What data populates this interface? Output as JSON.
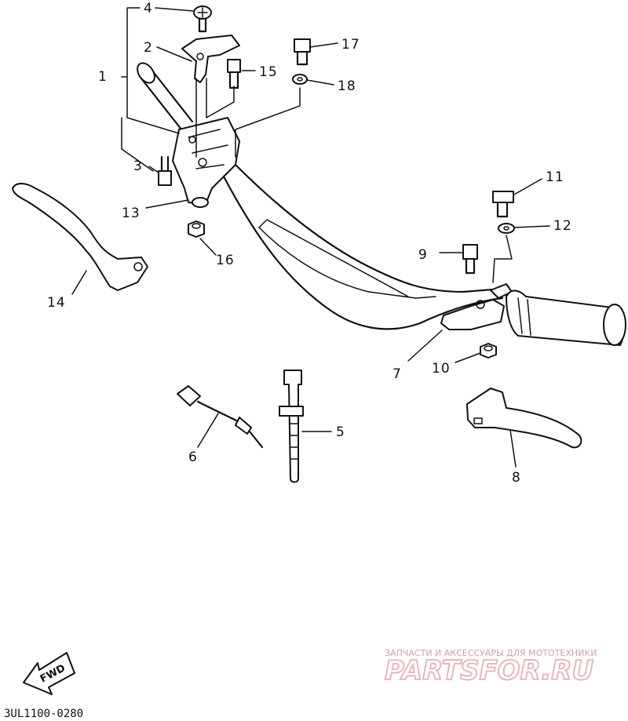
{
  "callouts": [
    {
      "id": "1",
      "text": "1"
    },
    {
      "id": "2",
      "text": "2"
    },
    {
      "id": "3",
      "text": "3"
    },
    {
      "id": "4",
      "text": "4"
    },
    {
      "id": "5",
      "text": "5"
    },
    {
      "id": "6",
      "text": "6"
    },
    {
      "id": "7",
      "text": "7"
    },
    {
      "id": "8",
      "text": "8"
    },
    {
      "id": "9",
      "text": "9"
    },
    {
      "id": "10",
      "text": "10"
    },
    {
      "id": "11",
      "text": "11"
    },
    {
      "id": "12",
      "text": "12"
    },
    {
      "id": "13",
      "text": "13"
    },
    {
      "id": "14",
      "text": "14"
    },
    {
      "id": "15",
      "text": "15"
    },
    {
      "id": "16",
      "text": "16"
    },
    {
      "id": "17",
      "text": "17"
    },
    {
      "id": "18",
      "text": "18"
    }
  ],
  "fwd_label": "FWD",
  "drawing_code": "3UL1100-0280",
  "watermark": {
    "tagline": "ЗАПЧАСТИ И АКСЕССУАРЫ ДЛЯ МОТОТЕХНИКИ",
    "brand": "PARTSFOR.RU",
    "color": "#e7b7bd"
  }
}
